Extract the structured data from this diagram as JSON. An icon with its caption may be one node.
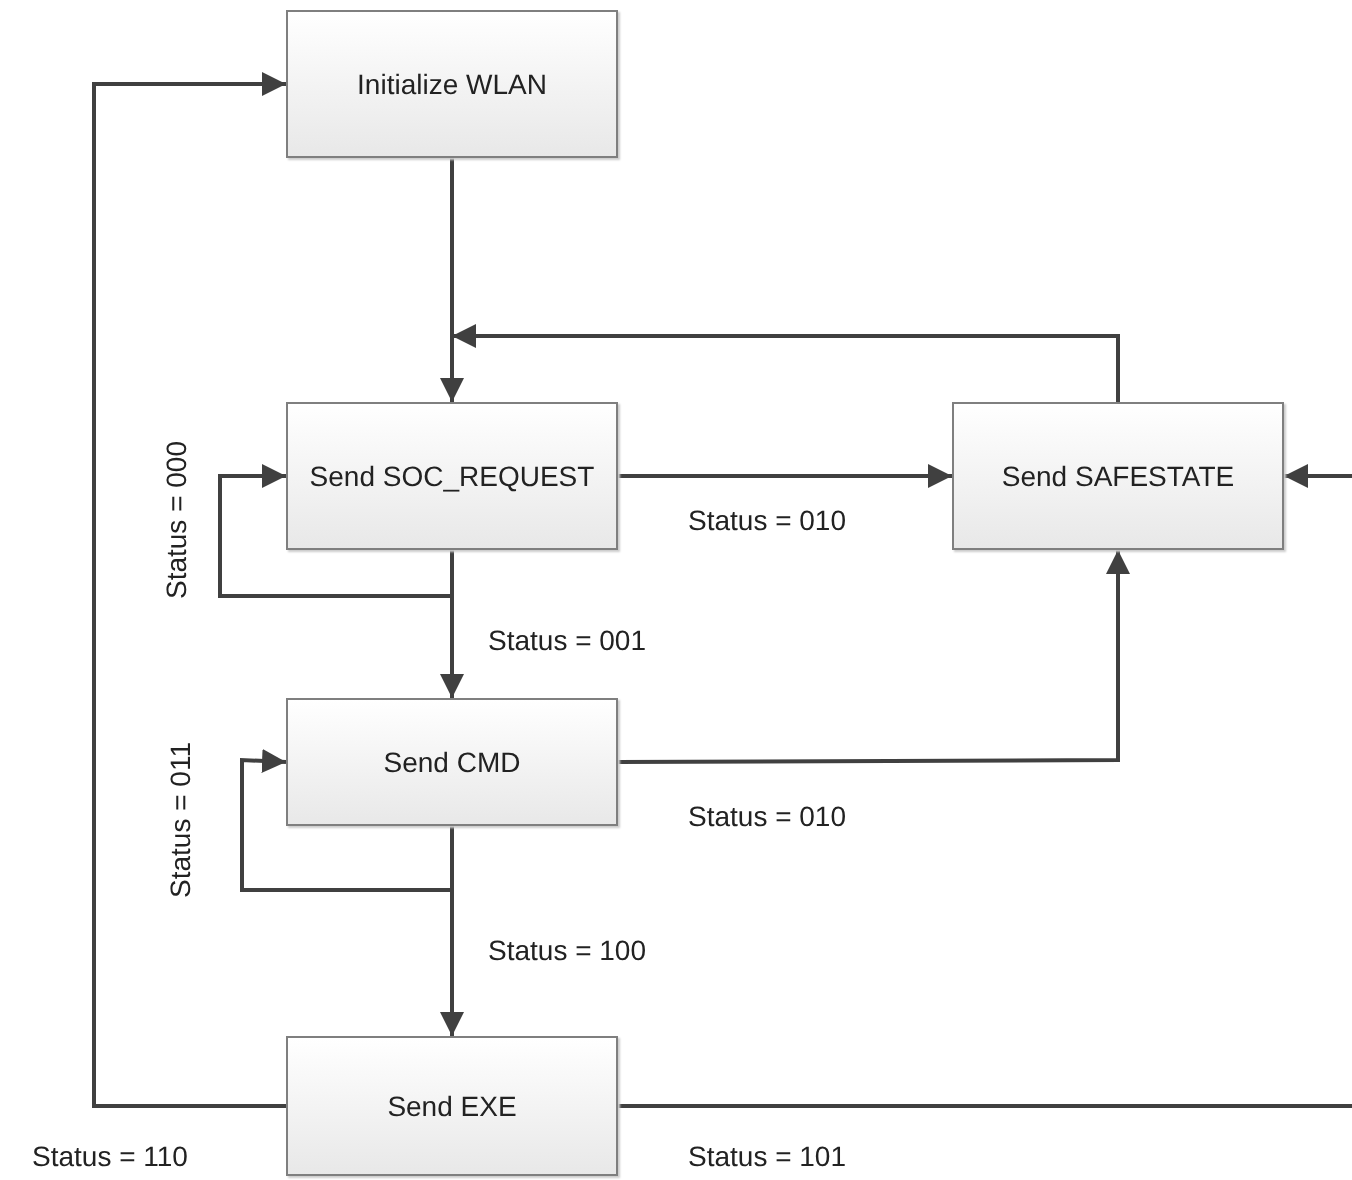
{
  "diagram": {
    "nodes": [
      {
        "text": [
          "Initialize WLAN"
        ]
      },
      {
        "text": [
          "Send SOC_REQUEST"
        ]
      },
      {
        "text": [
          "Send SAFESTATE"
        ]
      },
      {
        "text": [
          "Send CMD"
        ]
      },
      {
        "text": [
          "Send EXE"
        ]
      }
    ],
    "edges": [
      {
        "from": 0,
        "to": 1,
        "arrow": "to"
      },
      {
        "from": 1,
        "to": 1,
        "arrow": "to",
        "label": "Status = 000"
      },
      {
        "from": 1,
        "to": 2,
        "arrow": "to",
        "label": "Status = 010"
      },
      {
        "from": 1,
        "to": 3,
        "arrow": "to",
        "label": "Status = 001"
      },
      {
        "from": 2,
        "to": 1,
        "arrow": "to"
      },
      {
        "from": 3,
        "to": 3,
        "arrow": "to",
        "label": "Status = 011"
      },
      {
        "from": 3,
        "to": 2,
        "arrow": "to",
        "label": "Status = 010"
      },
      {
        "from": 3,
        "to": 4,
        "arrow": "to",
        "label": "Status = 100"
      },
      {
        "from": 4,
        "to": 0,
        "arrow": "to",
        "label": "Status = 110"
      },
      {
        "from": 4,
        "to": 2,
        "arrow": "to",
        "label": "Status = 101"
      }
    ]
  }
}
